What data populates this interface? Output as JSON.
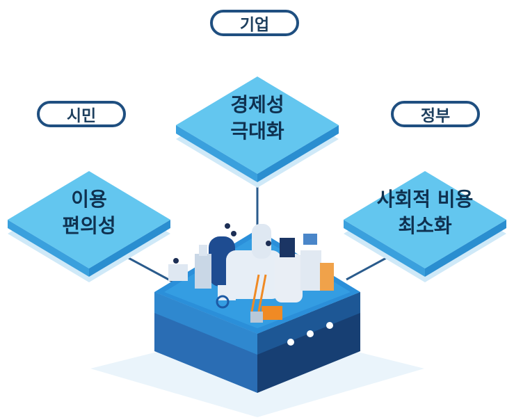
{
  "top_label": "기업",
  "left_label": "시민",
  "right_label": "정부",
  "center_tile": {
    "line1": "경제성",
    "line2": "극대화"
  },
  "left_tile": {
    "line1": "이용",
    "line2": "편의성"
  },
  "right_tile": {
    "line1": "사회적 비용",
    "line2": "최소화"
  },
  "colors": {
    "pill_border": "#1f4f80",
    "tile_top": "#63c6ef",
    "tile_side": "#3aa0dd",
    "tile_shadow": "#cfe9f8",
    "connector": "#2a5b8c",
    "platform_top": "#2b8fd9",
    "platform_side_light": "#2d7ac2",
    "platform_side_dark": "#173f73"
  }
}
